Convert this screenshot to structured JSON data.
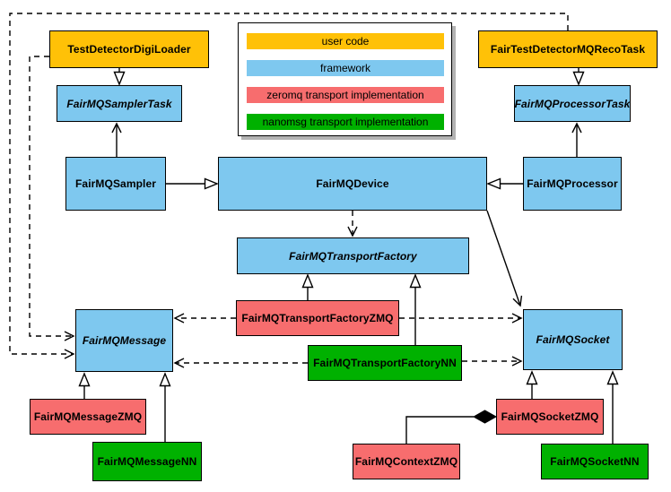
{
  "diagram": {
    "kind": "uml-class-diagram",
    "subject": "FairMQ framework class relationships"
  },
  "colors": {
    "user_code": "#FFC107",
    "framework": "#7EC8EF",
    "zeromq": "#F76D6E",
    "nanomsg": "#00B100",
    "line": "#000000",
    "background": "#FFFFFF"
  },
  "legend": {
    "items": [
      {
        "label": "user code",
        "color": "#FFC107"
      },
      {
        "label": "framework",
        "color": "#7EC8EF"
      },
      {
        "label": "zeromq transport implementation",
        "color": "#F76D6E"
      },
      {
        "label": "nanomsg transport implementation",
        "color": "#00B100"
      }
    ]
  },
  "nodes": {
    "testDetectorDigiLoader": {
      "label": "TestDetectorDigiLoader",
      "category": "user_code",
      "abstract": false
    },
    "fairTestDetectorMQRecoTask": {
      "label": "FairTestDetectorMQRecoTask",
      "category": "user_code",
      "abstract": false
    },
    "fairMQSamplerTask": {
      "label": "FairMQSamplerTask",
      "category": "framework",
      "abstract": true
    },
    "fairMQProcessorTask": {
      "label": "FairMQProcessorTask",
      "category": "framework",
      "abstract": true
    },
    "fairMQSampler": {
      "label": "FairMQSampler",
      "category": "framework",
      "abstract": false
    },
    "fairMQDevice": {
      "label": "FairMQDevice",
      "category": "framework",
      "abstract": false
    },
    "fairMQProcessor": {
      "label": "FairMQProcessor",
      "category": "framework",
      "abstract": false
    },
    "fairMQTransportFactory": {
      "label": "FairMQTransportFactory",
      "category": "framework",
      "abstract": true
    },
    "fairMQTransportFactoryZMQ": {
      "label": "FairMQTransportFactoryZMQ",
      "category": "zeromq",
      "abstract": false
    },
    "fairMQTransportFactoryNN": {
      "label": "FairMQTransportFactoryNN",
      "category": "nanomsg",
      "abstract": false
    },
    "fairMQMessage": {
      "label": "FairMQMessage",
      "category": "framework",
      "abstract": true
    },
    "fairMQSocket": {
      "label": "FairMQSocket",
      "category": "framework",
      "abstract": true
    },
    "fairMQMessageZMQ": {
      "label": "FairMQMessageZMQ",
      "category": "zeromq",
      "abstract": false
    },
    "fairMQMessageNN": {
      "label": "FairMQMessageNN",
      "category": "nanomsg",
      "abstract": false
    },
    "fairMQSocketZMQ": {
      "label": "FairMQSocketZMQ",
      "category": "zeromq",
      "abstract": false
    },
    "fairMQSocketNN": {
      "label": "FairMQSocketNN",
      "category": "nanomsg",
      "abstract": false
    },
    "fairMQContextZMQ": {
      "label": "FairMQContextZMQ",
      "category": "zeromq",
      "abstract": false
    }
  },
  "edges": [
    {
      "from": "TestDetectorDigiLoader",
      "to": "FairMQSamplerTask",
      "type": "inheritance",
      "line": "solid"
    },
    {
      "from": "FairTestDetectorMQRecoTask",
      "to": "FairMQProcessorTask",
      "type": "inheritance",
      "line": "solid"
    },
    {
      "from": "FairMQSampler",
      "to": "FairMQDevice",
      "type": "inheritance",
      "line": "solid"
    },
    {
      "from": "FairMQProcessor",
      "to": "FairMQDevice",
      "type": "inheritance",
      "line": "solid"
    },
    {
      "from": "FairMQSampler",
      "to": "FairMQSamplerTask",
      "type": "association",
      "line": "solid"
    },
    {
      "from": "FairMQProcessor",
      "to": "FairMQProcessorTask",
      "type": "association",
      "line": "solid"
    },
    {
      "from": "FairMQDevice",
      "to": "FairMQTransportFactory",
      "type": "dependency",
      "line": "dashed"
    },
    {
      "from": "FairMQDevice",
      "to": "FairMQSocket",
      "type": "association",
      "line": "solid"
    },
    {
      "from": "FairMQTransportFactoryZMQ",
      "to": "FairMQTransportFactory",
      "type": "inheritance",
      "line": "solid"
    },
    {
      "from": "FairMQTransportFactoryNN",
      "to": "FairMQTransportFactory",
      "type": "inheritance",
      "line": "solid"
    },
    {
      "from": "TestDetectorDigiLoader",
      "to": "FairMQMessage",
      "type": "dependency",
      "line": "dashed"
    },
    {
      "from": "FairTestDetectorMQRecoTask",
      "to": "FairMQMessage",
      "type": "dependency",
      "line": "dashed"
    },
    {
      "from": "FairMQTransportFactoryZMQ",
      "to": "FairMQMessage",
      "type": "dependency",
      "line": "dashed"
    },
    {
      "from": "FairMQTransportFactoryNN",
      "to": "FairMQMessage",
      "type": "dependency",
      "line": "dashed"
    },
    {
      "from": "FairMQTransportFactoryZMQ",
      "to": "FairMQSocket",
      "type": "dependency",
      "line": "dashed"
    },
    {
      "from": "FairMQTransportFactoryNN",
      "to": "FairMQSocket",
      "type": "dependency",
      "line": "dashed"
    },
    {
      "from": "FairMQMessageZMQ",
      "to": "FairMQMessage",
      "type": "inheritance",
      "line": "solid"
    },
    {
      "from": "FairMQMessageNN",
      "to": "FairMQMessage",
      "type": "inheritance",
      "line": "solid"
    },
    {
      "from": "FairMQSocketZMQ",
      "to": "FairMQSocket",
      "type": "inheritance",
      "line": "solid"
    },
    {
      "from": "FairMQSocketNN",
      "to": "FairMQSocket",
      "type": "inheritance",
      "line": "solid"
    },
    {
      "owner": "FairMQSocketZMQ",
      "part": "FairMQContextZMQ",
      "type": "composition",
      "line": "solid"
    }
  ]
}
